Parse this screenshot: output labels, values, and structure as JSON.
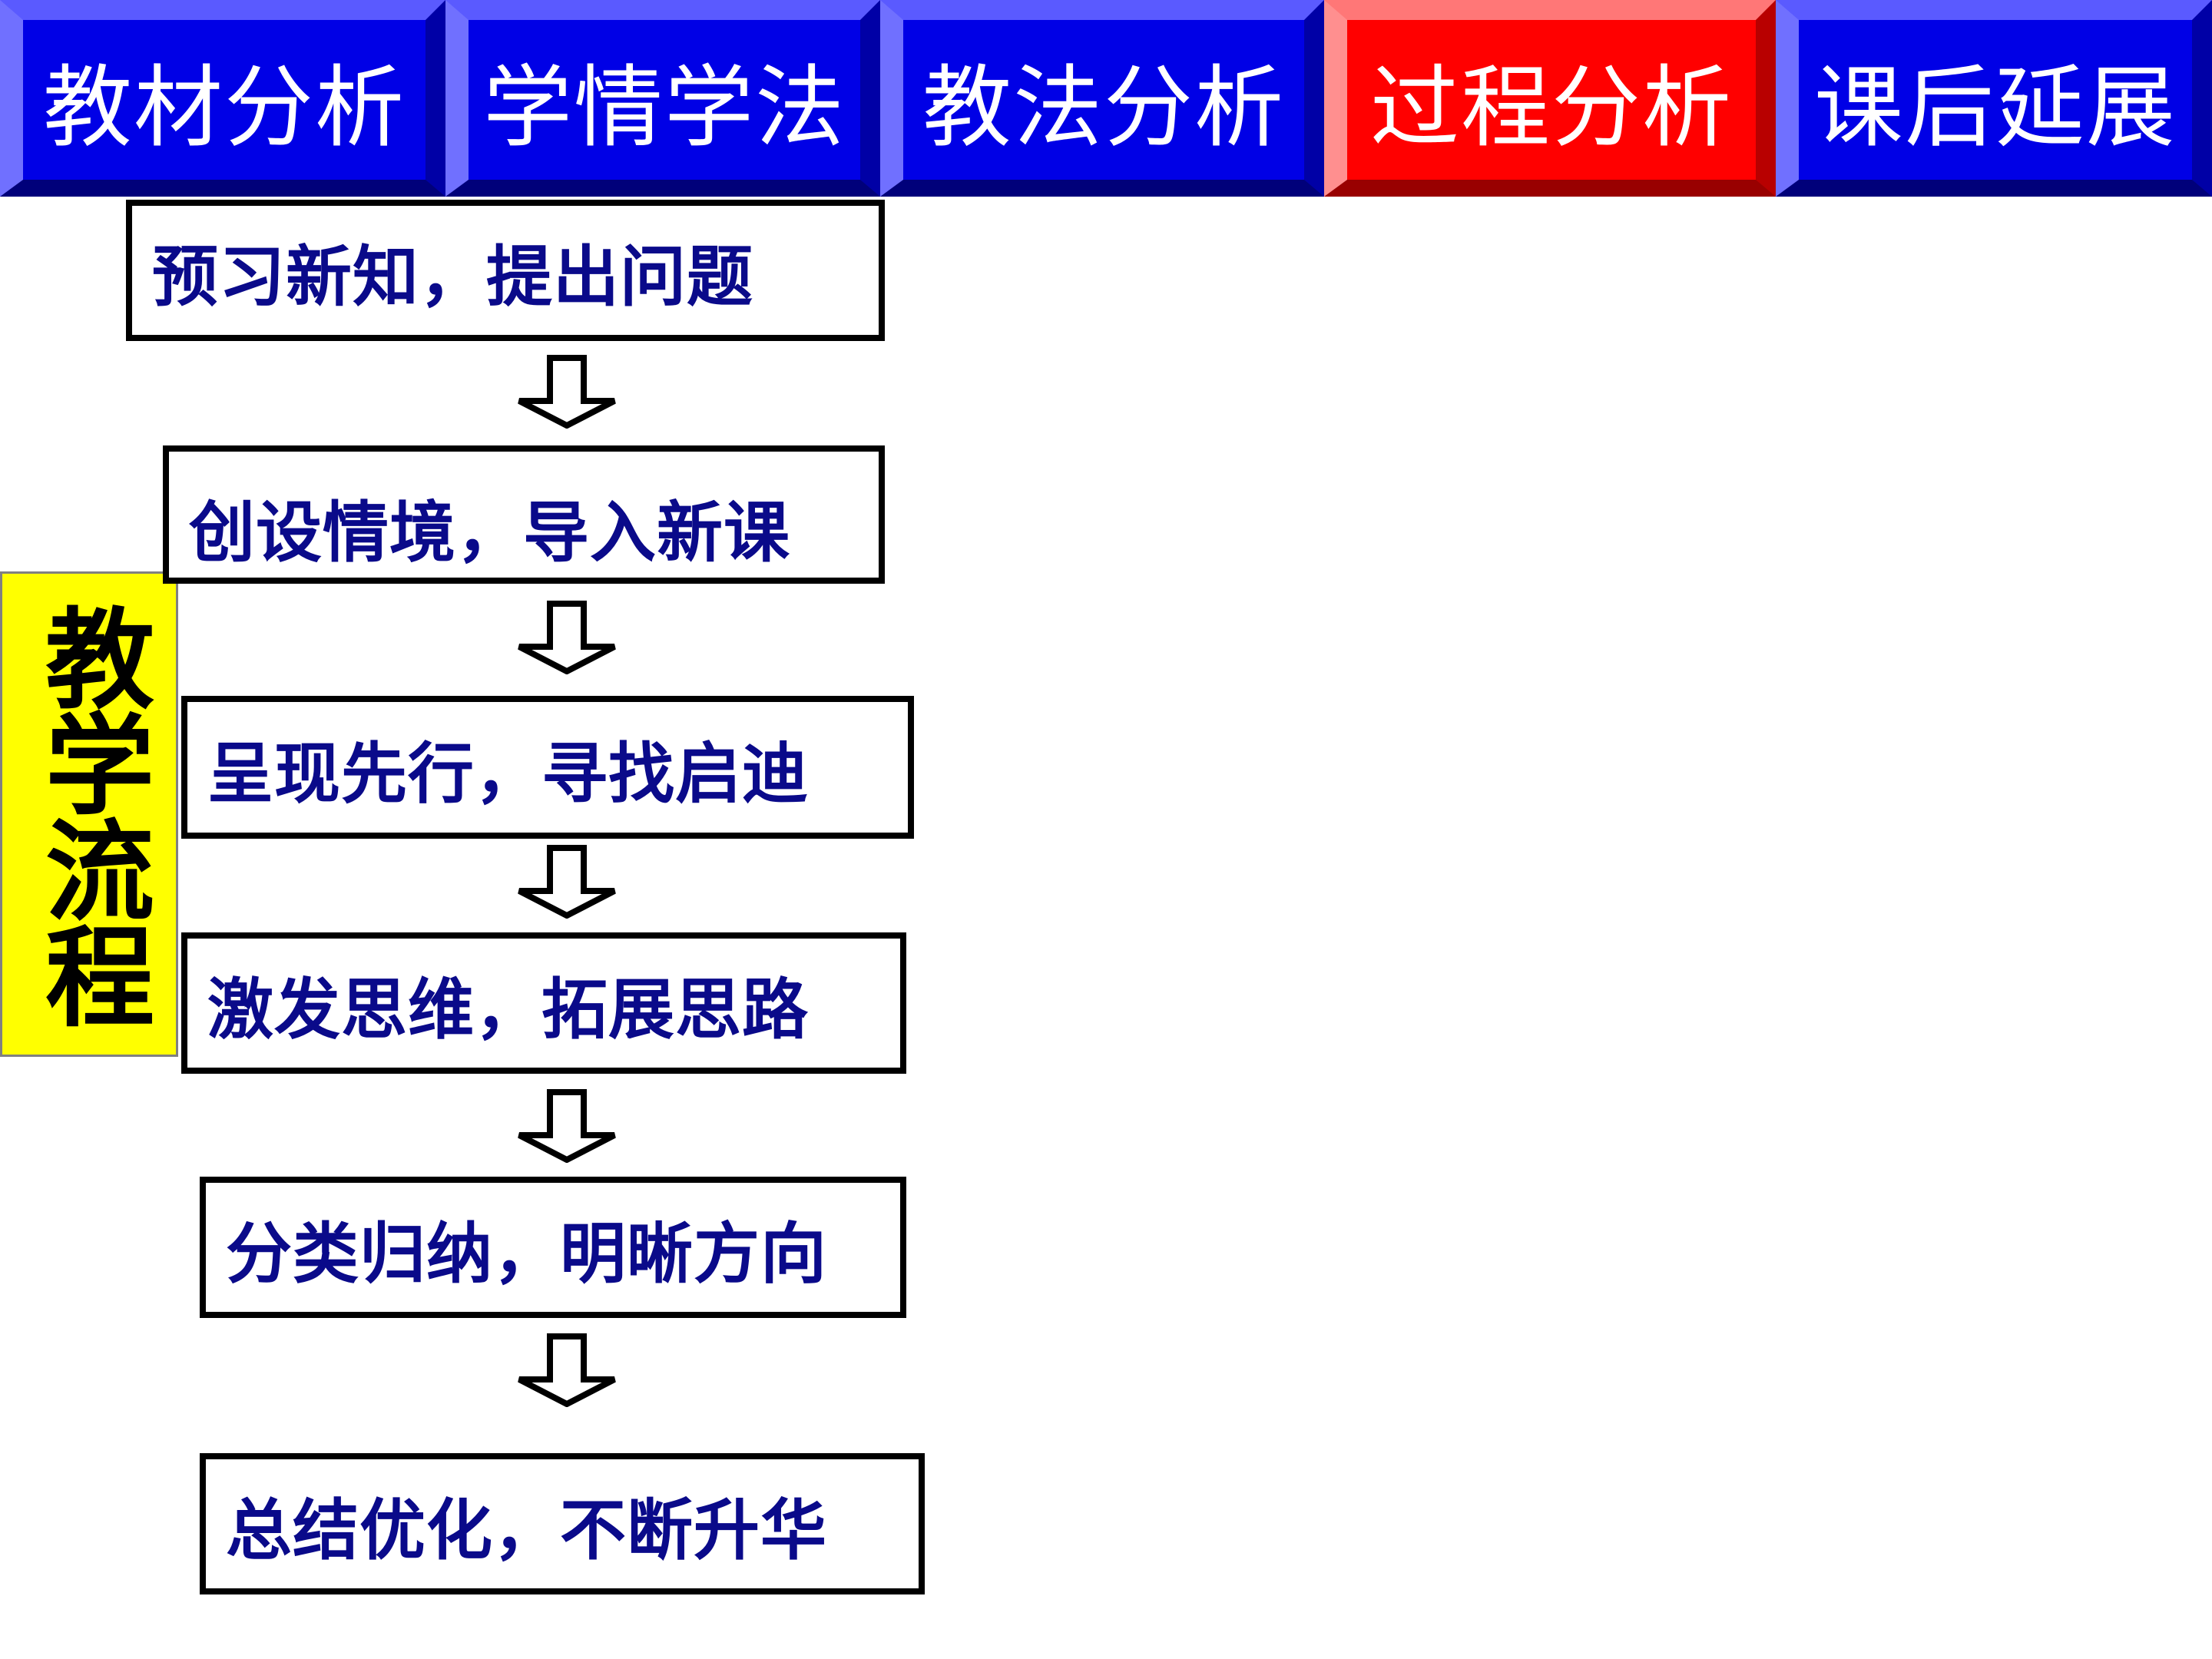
{
  "nav": {
    "tabs": [
      {
        "label": "教材分析",
        "active": false
      },
      {
        "label": "学情学法",
        "active": false
      },
      {
        "label": "教法分析",
        "active": false
      },
      {
        "label": "过程分析",
        "active": true
      },
      {
        "label": "课后延展",
        "active": false
      }
    ]
  },
  "side_label": "教学流程",
  "flow": {
    "steps": [
      {
        "label": "预习新知，提出问题"
      },
      {
        "label": "创设情境，导入新课"
      },
      {
        "label": "呈现先行，寻找启迪"
      },
      {
        "label": "激发思维，拓展思路"
      },
      {
        "label": "分类归纳，明晰方向"
      },
      {
        "label": "总结优化，不断升华"
      }
    ]
  },
  "colors": {
    "tab_face": "#0000e6",
    "tab_active_face": "#ff0000",
    "side_label_bg": "#ffff00",
    "step_text": "#0a0a8a"
  },
  "icons": {
    "flow_arrow": "hollow-down-arrow-icon"
  }
}
